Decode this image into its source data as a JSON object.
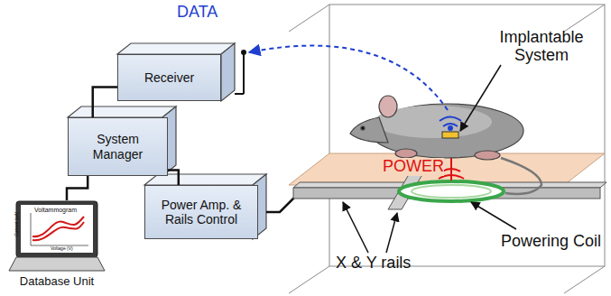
{
  "diagram": {
    "nodes": [
      {
        "text": [
          "Receiver"
        ]
      },
      {
        "text": [
          "System Manager"
        ]
      },
      {
        "text": [
          "Power Amp. & Rails Control"
        ]
      },
      {
        "text": [
          "Database Unit"
        ]
      }
    ],
    "edges": [
      {
        "from": 0,
        "to": 1,
        "arrow": "none"
      },
      {
        "from": 1,
        "to": 3,
        "arrow": "none"
      },
      {
        "from": 1,
        "to": 2,
        "arrow": "none"
      }
    ],
    "labels": [
      "DATA",
      "POWER",
      "Implantable System",
      "Powering Coil",
      "X & Y rails",
      "Voltammogram",
      "Current (uA)",
      "Voltage (V)"
    ]
  }
}
